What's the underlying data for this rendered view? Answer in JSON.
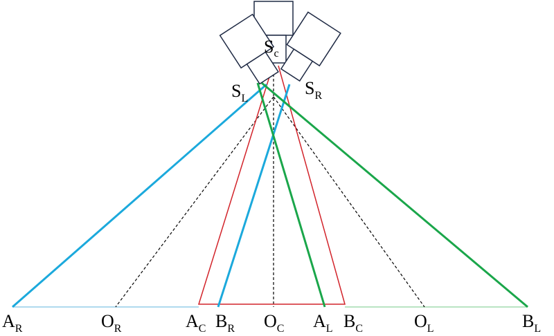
{
  "labels": {
    "A_R": {
      "base": "A",
      "sub": "R"
    },
    "O_R": {
      "base": "O",
      "sub": "R"
    },
    "A_C": {
      "base": "A",
      "sub": "C"
    },
    "B_R": {
      "base": "B",
      "sub": "R"
    },
    "O_C": {
      "base": "O",
      "sub": "C"
    },
    "A_L": {
      "base": "A",
      "sub": "L"
    },
    "B_C": {
      "base": "B",
      "sub": "C"
    },
    "O_L": {
      "base": "O",
      "sub": "L"
    },
    "B_L": {
      "base": "B",
      "sub": "L"
    },
    "S_c": {
      "base": "S",
      "sub": "c"
    },
    "S_L": {
      "base": "S",
      "sub": "L"
    },
    "S_R": {
      "base": "S",
      "sub": "R"
    }
  },
  "colors": {
    "red": "#d2232a",
    "green": "#1aa64a",
    "blue": "#1ba9dc",
    "black": "#000000",
    "camera_stroke": "#1f2a44"
  }
}
